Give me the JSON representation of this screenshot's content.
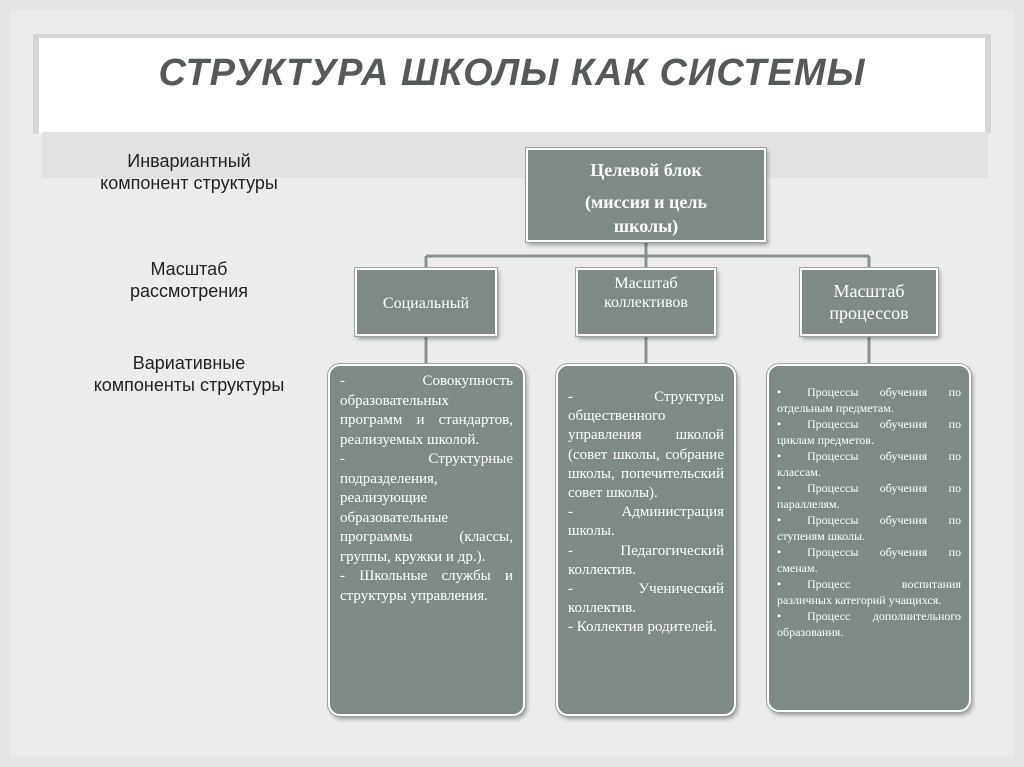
{
  "slide": {
    "title": "СТРУКТУРА ШКОЛЫ КАК СИСТЕМЫ"
  },
  "row_labels": [
    {
      "line1": "Инвариантный",
      "line2": "компонент структуры"
    },
    {
      "line1": "Масштаб",
      "line2": "рассмотрения"
    },
    {
      "line1": "Вариативные",
      "line2": "компоненты структуры"
    }
  ],
  "target_block": {
    "line1": "Целевой блок",
    "line2": "(миссия и цель",
    "line3": "школы)"
  },
  "scales": [
    {
      "line1": "Социальный"
    },
    {
      "line1": "Масштаб",
      "line2": "коллективов"
    },
    {
      "line1": "Масштаб",
      "line2": "процессов"
    }
  ],
  "components": {
    "social": [
      "- Совокупность образовательных программ и стандартов, реализуемых школой.",
      "- Структурные подразделения, реализующие образовательные программы (классы, группы, кружки и др.).",
      "- Школьные службы и структуры управления."
    ],
    "collectives": [
      "- Структуры общественного управления школой (совет школы, собрание школы, попечительский совет школы).",
      "- Администрация школы.",
      "- Педагогический коллектив.",
      "- Ученический коллектив.",
      "- Коллектив родителей."
    ],
    "processes": {
      "bullet": "•",
      "items": [
        "Процессы обучения по отдельным предметам.",
        "Процессы обучения по циклам предметов.",
        "Процессы обучения по классам.",
        "Процессы обучения по параллелям.",
        "Процессы обучения по ступеням школы.",
        "Процессы обучения по сменам.",
        "Процесс воспитания различных категорий учащихся.",
        "Процесс дополнительного образования."
      ]
    }
  },
  "colors": {
    "box_fill": "#7f8a85",
    "connector": "#8a928e",
    "title": "#555a58"
  }
}
